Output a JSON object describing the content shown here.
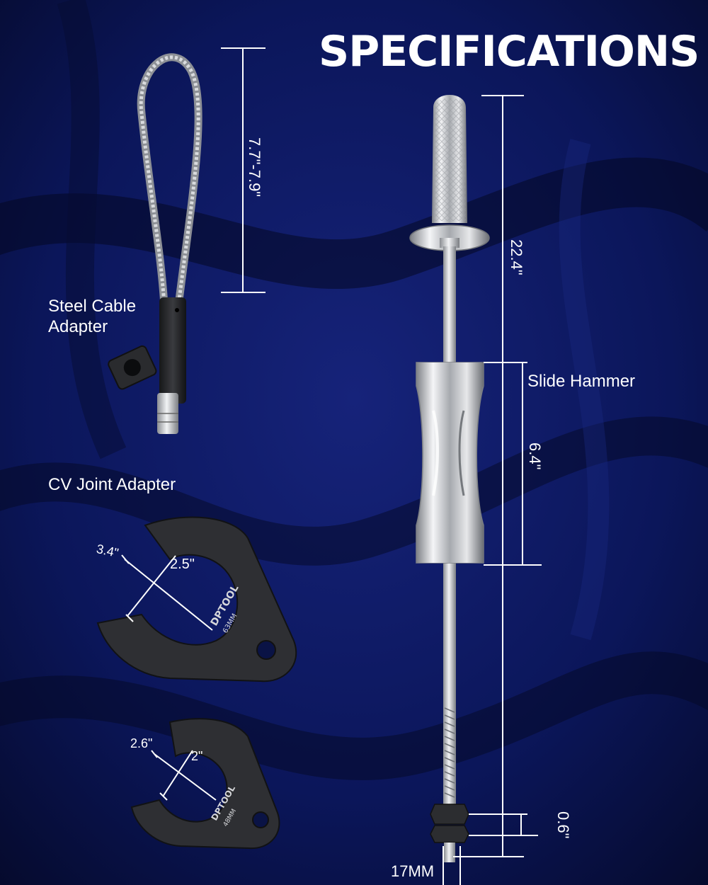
{
  "title": "SPECIFICATIONS",
  "labels": {
    "cable_line1": "Steel Cable",
    "cable_line2": "Adapter",
    "cv_joint": "CV Joint Adapter",
    "slide_hammer": "Slide Hammer"
  },
  "dimensions": {
    "cable_length": "7.7\"-7.9\"",
    "hammer_length": "22.4\"",
    "weight_length": "6.4\"",
    "nut_height": "0.6\"",
    "nut_size": "17MM",
    "cv_large_outer": "3.4\"",
    "cv_large_inner": "2.5\"",
    "cv_small_outer": "2.6\"",
    "cv_small_inner": "2\""
  },
  "brand": {
    "name": "DPTOOL",
    "large_size": "63MM",
    "small_size": "48MM"
  },
  "colors": {
    "background": "#0a1345",
    "text": "#ffffff",
    "steel": "#c9ccd1",
    "adapter": "#2a2b2e"
  }
}
